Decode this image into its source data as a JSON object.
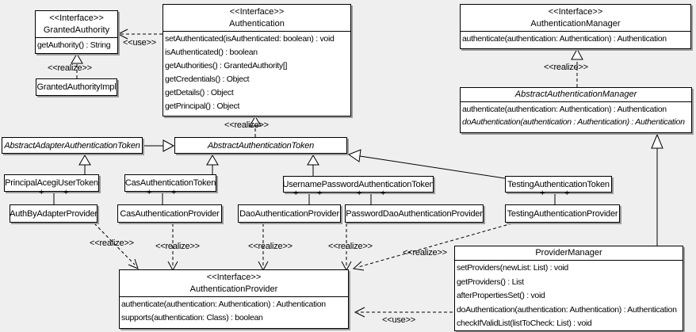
{
  "diagram": {
    "type": "uml-class-diagram",
    "background_color": "#efefef",
    "box_fill": "#ffffff",
    "line_color": "#000000",
    "shadow_color": "#9b9b9b"
  },
  "labels": {
    "use": "<<use>>",
    "realize": "<<realize>>",
    "plus": "+"
  },
  "classes": {
    "granted_authority": {
      "stereotype": "<<Interface>>",
      "name": "GrantedAuthority",
      "methods": [
        "getAuthority() : String"
      ]
    },
    "granted_authority_impl": {
      "name": "GrantedAuthorityImpl"
    },
    "authentication": {
      "stereotype": "<<Interface>>",
      "name": "Authentication",
      "methods": [
        "setAuthenticated(isAuthenticated: boolean) : void",
        "isAuthenticated() : boolean",
        "getAuthorities() : GrantedAuthority[]",
        "getCredentials() : Object",
        "getDetails() : Object",
        "getPrincipal() : Object"
      ]
    },
    "authentication_manager": {
      "stereotype": "<<Interface>>",
      "name": "AuthenticationManager",
      "methods": [
        "authenticate(authentication: Authentication) : Authentication"
      ]
    },
    "abstract_authentication_manager": {
      "name": "AbstractAuthenticationManager",
      "abstract": true,
      "methods": [
        "authenticate(authentication: Authentication) : Authentication",
        "doAuthentication(authentication : Authentication) : Authentication"
      ]
    },
    "abstract_adapter_authentication_token": {
      "name": "AbstractAdapterAuthenticationToken",
      "abstract": true
    },
    "abstract_authentication_token": {
      "name": "AbstractAuthenticationToken",
      "abstract": true
    },
    "principal_acegi_user_token": {
      "name": "PrincipalAcegiUserToken"
    },
    "cas_authentication_token": {
      "name": "CasAuthenticationToken"
    },
    "username_password_authentication_token": {
      "name": "UsernamePasswordAuthenticationToken"
    },
    "testing_authentication_token": {
      "name": "TestingAuthenticationToken"
    },
    "auth_by_adapter_provider": {
      "name": "AuthByAdapterProvider"
    },
    "cas_authentication_provider": {
      "name": "CasAuthenticationProvider"
    },
    "dao_authentication_provider": {
      "name": "DaoAuthenticationProvider"
    },
    "password_dao_authentication_provider": {
      "name": "PasswordDaoAuthenticationProvider"
    },
    "testing_authentication_provider": {
      "name": "TestingAuthenticationProvider"
    },
    "authentication_provider": {
      "stereotype": "<<Interface>>",
      "name": "AuthenticationProvider",
      "methods": [
        "authenticate(authentication: Authentication) : Authentication",
        "supports(authentication: Class) : boolean"
      ]
    },
    "provider_manager": {
      "name": "ProviderManager",
      "methods": [
        "setProviders(newList: List) : void",
        "getProviders() : List",
        "afterPropertiesSet() : void",
        "doAuthentication(authentication: Authentication) : Authentication",
        "checkIfValidList(listToCheck: List) : void"
      ]
    }
  },
  "relationships": [
    {
      "from": "Authentication",
      "to": "GrantedAuthority",
      "type": "use"
    },
    {
      "from": "GrantedAuthorityImpl",
      "to": "GrantedAuthority",
      "type": "realize"
    },
    {
      "from": "AbstractAuthenticationToken",
      "to": "Authentication",
      "type": "realize"
    },
    {
      "from": "AbstractAuthenticationManager",
      "to": "AuthenticationManager",
      "type": "realize"
    },
    {
      "from": "AbstractAdapterAuthenticationToken",
      "to": "AbstractAuthenticationToken",
      "type": "generalization"
    },
    {
      "from": "PrincipalAcegiUserToken",
      "to": "AbstractAdapterAuthenticationToken",
      "type": "generalization"
    },
    {
      "from": "CasAuthenticationToken",
      "to": "AbstractAuthenticationToken",
      "type": "generalization"
    },
    {
      "from": "UsernamePasswordAuthenticationToken",
      "to": "AbstractAuthenticationToken",
      "type": "generalization"
    },
    {
      "from": "TestingAuthenticationToken",
      "to": "AbstractAuthenticationToken",
      "type": "generalization"
    },
    {
      "from": "ProviderManager",
      "to": "AbstractAuthenticationManager",
      "type": "generalization"
    },
    {
      "from": "PrincipalAcegiUserToken",
      "to": "AuthByAdapterProvider",
      "type": "association",
      "end_labels": [
        "+",
        "+"
      ]
    },
    {
      "from": "CasAuthenticationToken",
      "to": "CasAuthenticationProvider",
      "type": "association",
      "end_labels": [
        "+",
        "+"
      ]
    },
    {
      "from": "UsernamePasswordAuthenticationToken",
      "to": "DaoAuthenticationProvider",
      "type": "association",
      "end_labels": [
        "+",
        "+"
      ]
    },
    {
      "from": "UsernamePasswordAuthenticationToken",
      "to": "PasswordDaoAuthenticationProvider",
      "type": "association",
      "end_labels": [
        "+",
        "+"
      ]
    },
    {
      "from": "TestingAuthenticationToken",
      "to": "TestingAuthenticationProvider",
      "type": "association",
      "end_labels": [
        "+",
        "+"
      ]
    },
    {
      "from": "AuthByAdapterProvider",
      "to": "AuthenticationProvider",
      "type": "realize"
    },
    {
      "from": "CasAuthenticationProvider",
      "to": "AuthenticationProvider",
      "type": "realize"
    },
    {
      "from": "DaoAuthenticationProvider",
      "to": "AuthenticationProvider",
      "type": "realize"
    },
    {
      "from": "PasswordDaoAuthenticationProvider",
      "to": "AuthenticationProvider",
      "type": "realize"
    },
    {
      "from": "TestingAuthenticationProvider",
      "to": "AuthenticationProvider",
      "type": "realize"
    },
    {
      "from": "ProviderManager",
      "to": "AuthenticationProvider",
      "type": "use"
    }
  ]
}
